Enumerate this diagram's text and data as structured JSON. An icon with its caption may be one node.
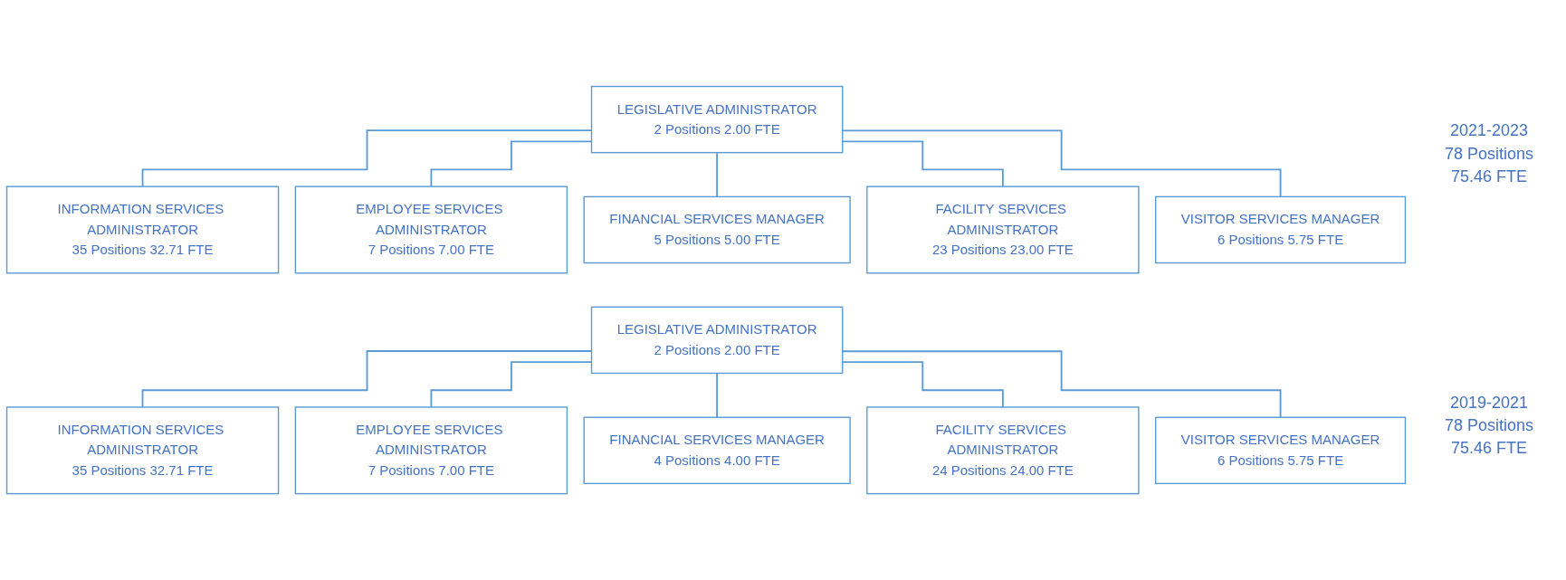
{
  "diagram": {
    "nodes": [
      {
        "text": [
          "LEGISLATIVE ADMINISTRATOR",
          "2 Positions 2.00 FTE"
        ]
      },
      {
        "text": [
          "INFORMATION SERVICES ADMINISTRATOR",
          "35 Positions 32.71 FTE"
        ]
      },
      {
        "text": [
          "EMPLOYEE SERVICES ADMINISTRATOR",
          "7 Positions 7.00 FTE"
        ]
      },
      {
        "text": [
          "FINANCIAL SERVICES MANAGER",
          "5 Positions 5.00 FTE"
        ]
      },
      {
        "text": [
          "FACILITY SERVICES ADMINISTRATOR",
          "23 Positions 23.00 FTE"
        ]
      },
      {
        "text": [
          "VISITOR SERVICES MANAGER",
          "6 Positions 5.75 FTE"
        ]
      },
      {
        "text": [
          "LEGISLATIVE ADMINISTRATOR",
          "2 Positions 2.00 FTE"
        ]
      },
      {
        "text": [
          "INFORMATION SERVICES ADMINISTRATOR",
          "35 Positions 32.71 FTE"
        ]
      },
      {
        "text": [
          "EMPLOYEE SERVICES ADMINISTRATOR",
          "7 Positions 7.00 FTE"
        ]
      },
      {
        "text": [
          "FINANCIAL SERVICES MANAGER",
          "4 Positions 4.00 FTE"
        ]
      },
      {
        "text": [
          "FACILITY SERVICES ADMINISTRATOR",
          "24 Positions 24.00 FTE"
        ]
      },
      {
        "text": [
          "VISITOR SERVICES MANAGER",
          "6 Positions 5.75 FTE"
        ]
      }
    ],
    "edges": [
      {
        "from": 0,
        "to": 1,
        "arrow": "none"
      },
      {
        "from": 0,
        "to": 2,
        "arrow": "none"
      },
      {
        "from": 0,
        "to": 3,
        "arrow": "none"
      },
      {
        "from": 0,
        "to": 4,
        "arrow": "none"
      },
      {
        "from": 0,
        "to": 5,
        "arrow": "none"
      },
      {
        "from": 6,
        "to": 7,
        "arrow": "none"
      },
      {
        "from": 6,
        "to": 8,
        "arrow": "none"
      },
      {
        "from": 6,
        "to": 9,
        "arrow": "none"
      },
      {
        "from": 6,
        "to": 10,
        "arrow": "none"
      },
      {
        "from": 6,
        "to": 11,
        "arrow": "none"
      }
    ],
    "labels": [
      "2021-2023",
      "78 Positions",
      "75.46 FTE",
      "2019-2021",
      "78 Positions",
      "75.46 FTE"
    ]
  }
}
